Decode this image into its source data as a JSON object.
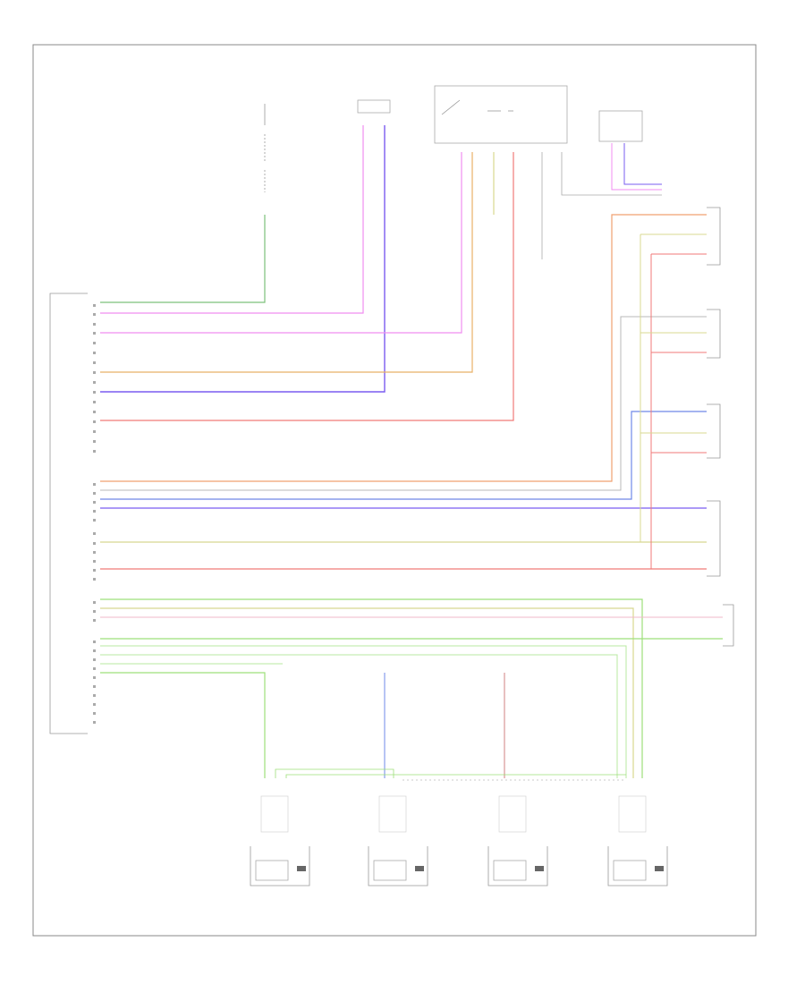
{
  "diagram": {
    "footer_code": "",
    "colors": {
      "frame": "#888888",
      "green": "#7cc07a",
      "pink": "#f08ef0",
      "purple": "#7a5cf0",
      "orange": "#e8b068",
      "red": "#f07a78",
      "olive": "#d8d890",
      "lightgreen": "#9ee07a",
      "blue": "#6f88e8",
      "gray": "#b8b8b8"
    },
    "components": [
      {
        "id": "top-sensor-left",
        "label": ""
      },
      {
        "id": "top-connector-center",
        "label": ""
      },
      {
        "id": "control-module-box",
        "label": ""
      },
      {
        "id": "top-right-module",
        "label": ""
      },
      {
        "id": "main-module",
        "label": ""
      },
      {
        "id": "right-sensor-1",
        "label": ""
      },
      {
        "id": "right-sensor-2",
        "label": ""
      },
      {
        "id": "right-sensor-3",
        "label": ""
      },
      {
        "id": "right-sensor-4",
        "label": ""
      },
      {
        "id": "right-sensor-5",
        "label": ""
      },
      {
        "id": "bottom-sensor-1",
        "label": ""
      },
      {
        "id": "bottom-sensor-2",
        "label": ""
      },
      {
        "id": "bottom-sensor-3",
        "label": ""
      },
      {
        "id": "bottom-sensor-4",
        "label": ""
      }
    ]
  }
}
